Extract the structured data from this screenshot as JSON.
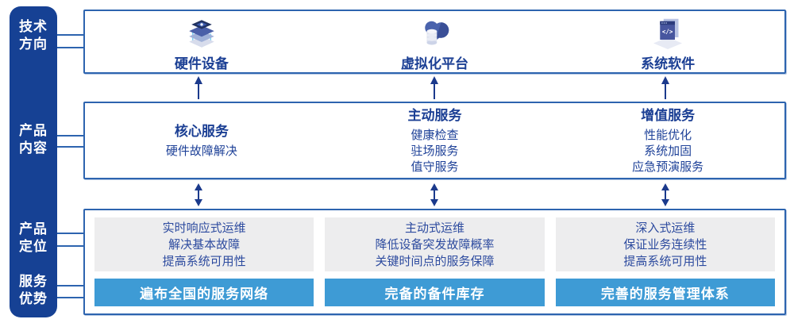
{
  "colors": {
    "sidebar-bg": "#164194",
    "box-border": "#2d64af",
    "title-text": "#1b3f94",
    "body-text": "#1e4198",
    "gray-panel-bg": "#ededee",
    "gray-panel-text": "#2d4b9f",
    "banner-bg": "#3e9bd5",
    "banner-text": "#ffffff",
    "arrow": "#1b3a8c",
    "canvas-bg": "#ffffff"
  },
  "sidebar": {
    "items": [
      {
        "line1": "技术",
        "line2": "方向"
      },
      {
        "line1": "产品",
        "line2": "内容"
      },
      {
        "line1": "产品",
        "line2": "定位"
      },
      {
        "line1": "服务",
        "line2": "优势"
      }
    ]
  },
  "tech_row": {
    "items": [
      {
        "label": "硬件设备",
        "icon": "server-stack-icon"
      },
      {
        "label": "虚拟化平台",
        "icon": "cloud-database-icon"
      },
      {
        "label": "系统软件",
        "icon": "code-window-icon"
      }
    ]
  },
  "content_row": {
    "columns": [
      {
        "title": "核心服务",
        "items": [
          "硬件故障解决"
        ]
      },
      {
        "title": "主动服务",
        "items": [
          "健康检查",
          "驻场服务",
          "值守服务"
        ]
      },
      {
        "title": "增值服务",
        "items": [
          "性能优化",
          "系统加固",
          "应急预演服务"
        ]
      }
    ]
  },
  "positioning_row": {
    "columns": [
      {
        "lines": [
          "实时响应式运维",
          "解决基本故障",
          "提高系统可用性"
        ],
        "banner": "遍布全国的服务网络"
      },
      {
        "lines": [
          "主动式运维",
          "降低设备突发故障概率",
          "关键时间点的服务保障"
        ],
        "banner": "完备的备件库存"
      },
      {
        "lines": [
          "深入式运维",
          "保证业务连续性",
          "提高系统可用性"
        ],
        "banner": "完善的服务管理体系"
      }
    ]
  }
}
